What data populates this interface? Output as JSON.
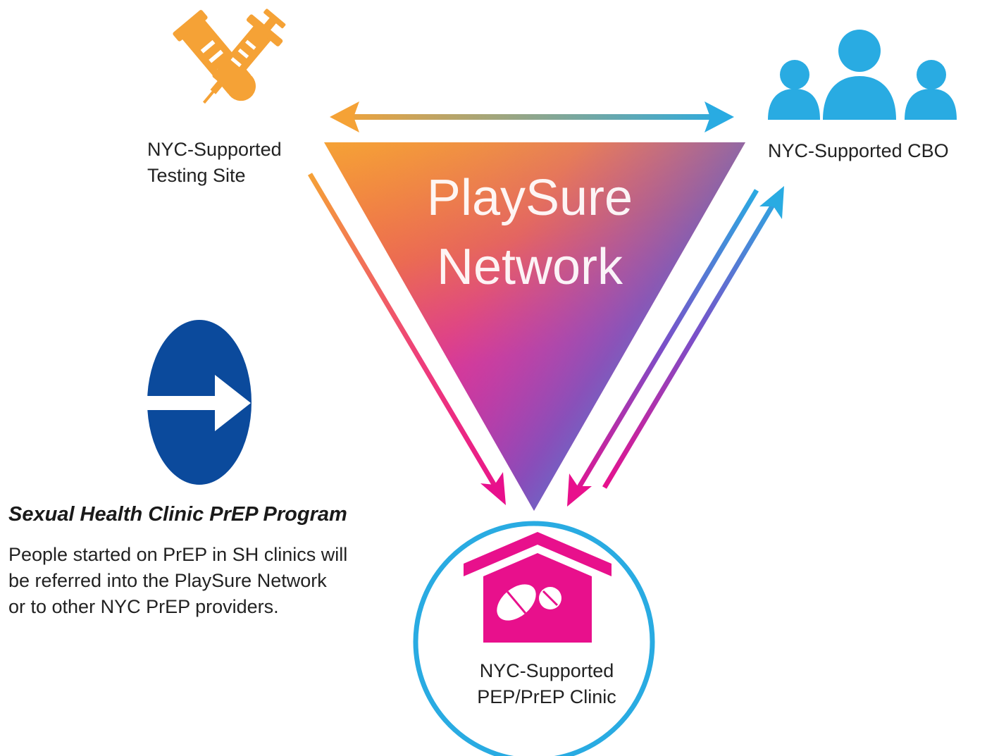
{
  "network": {
    "title_line1": "PlaySure",
    "title_line2": "Network"
  },
  "nodes": {
    "testing_site": {
      "line1": "NYC-Supported",
      "line2": "Testing Site",
      "icon": "syringe-test-tube-icon"
    },
    "cbo": {
      "line1": "NYC-Supported CBO",
      "icon": "people-group-icon"
    },
    "clinic": {
      "line1": "NYC-Supported",
      "line2": "PEP/PrEP Clinic",
      "icon": "house-pills-icon"
    }
  },
  "program": {
    "title": "Sexual Health Clinic PrEP Program",
    "desc_line1": "People started on PrEP in SH clinics will",
    "desc_line2": "be referred into the PlaySure Network",
    "desc_line3": "or to other NYC PrEP providers.",
    "icon": "referral-arrow-oval-icon"
  },
  "colors": {
    "orange": "#f5a236",
    "blue": "#29abe2",
    "magenta": "#e8108c",
    "purple": "#7b3fc4",
    "navy": "#0b4a9c"
  }
}
